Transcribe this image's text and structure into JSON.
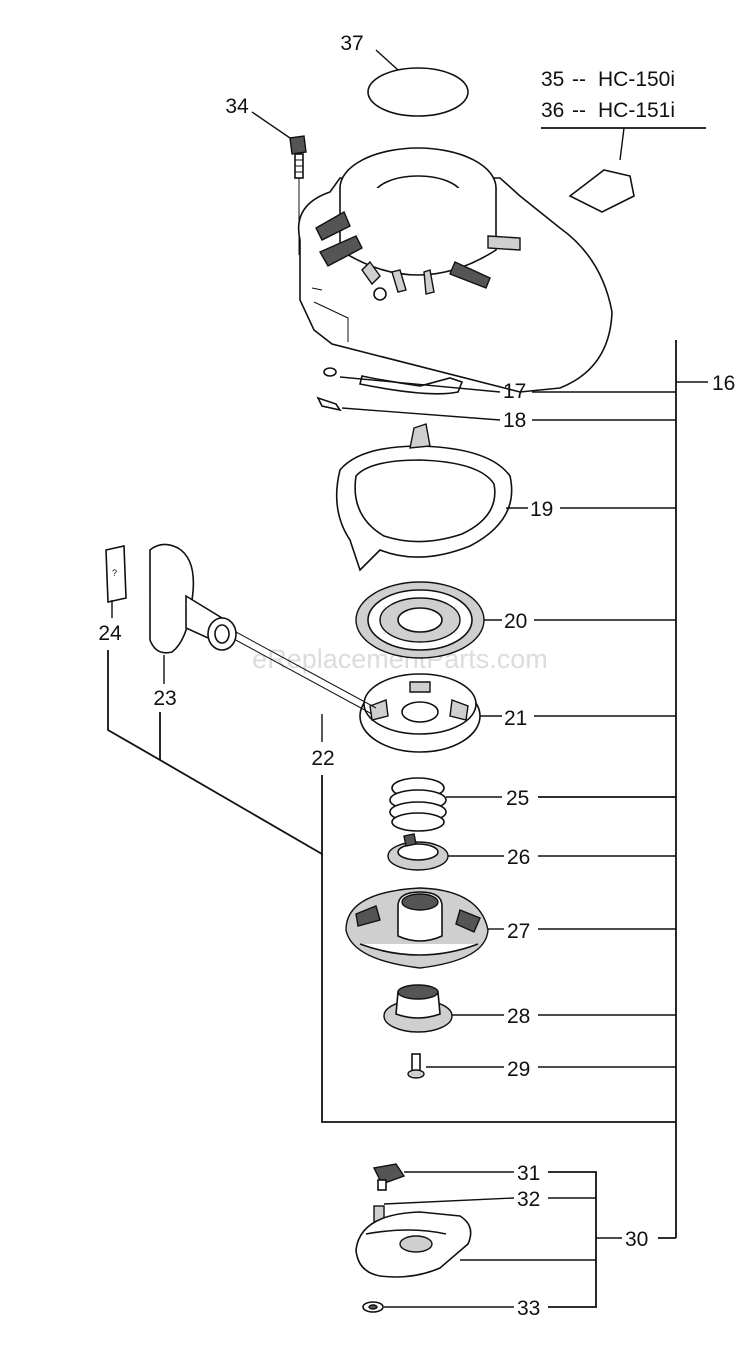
{
  "watermark": "eReplacementParts.com",
  "variants": [
    {
      "part": "35",
      "separator": "--",
      "model": "HC-150i"
    },
    {
      "part": "36",
      "separator": "--",
      "model": "HC-151i"
    }
  ],
  "callouts": {
    "p16": "16",
    "p17": "17",
    "p18": "18",
    "p19": "19",
    "p20": "20",
    "p21": "21",
    "p22": "22",
    "p23": "23",
    "p24": "24",
    "p25": "25",
    "p26": "26",
    "p27": "27",
    "p28": "28",
    "p29": "29",
    "p30": "30",
    "p31": "31",
    "p32": "32",
    "p33": "33",
    "p34": "34",
    "p37": "37"
  }
}
